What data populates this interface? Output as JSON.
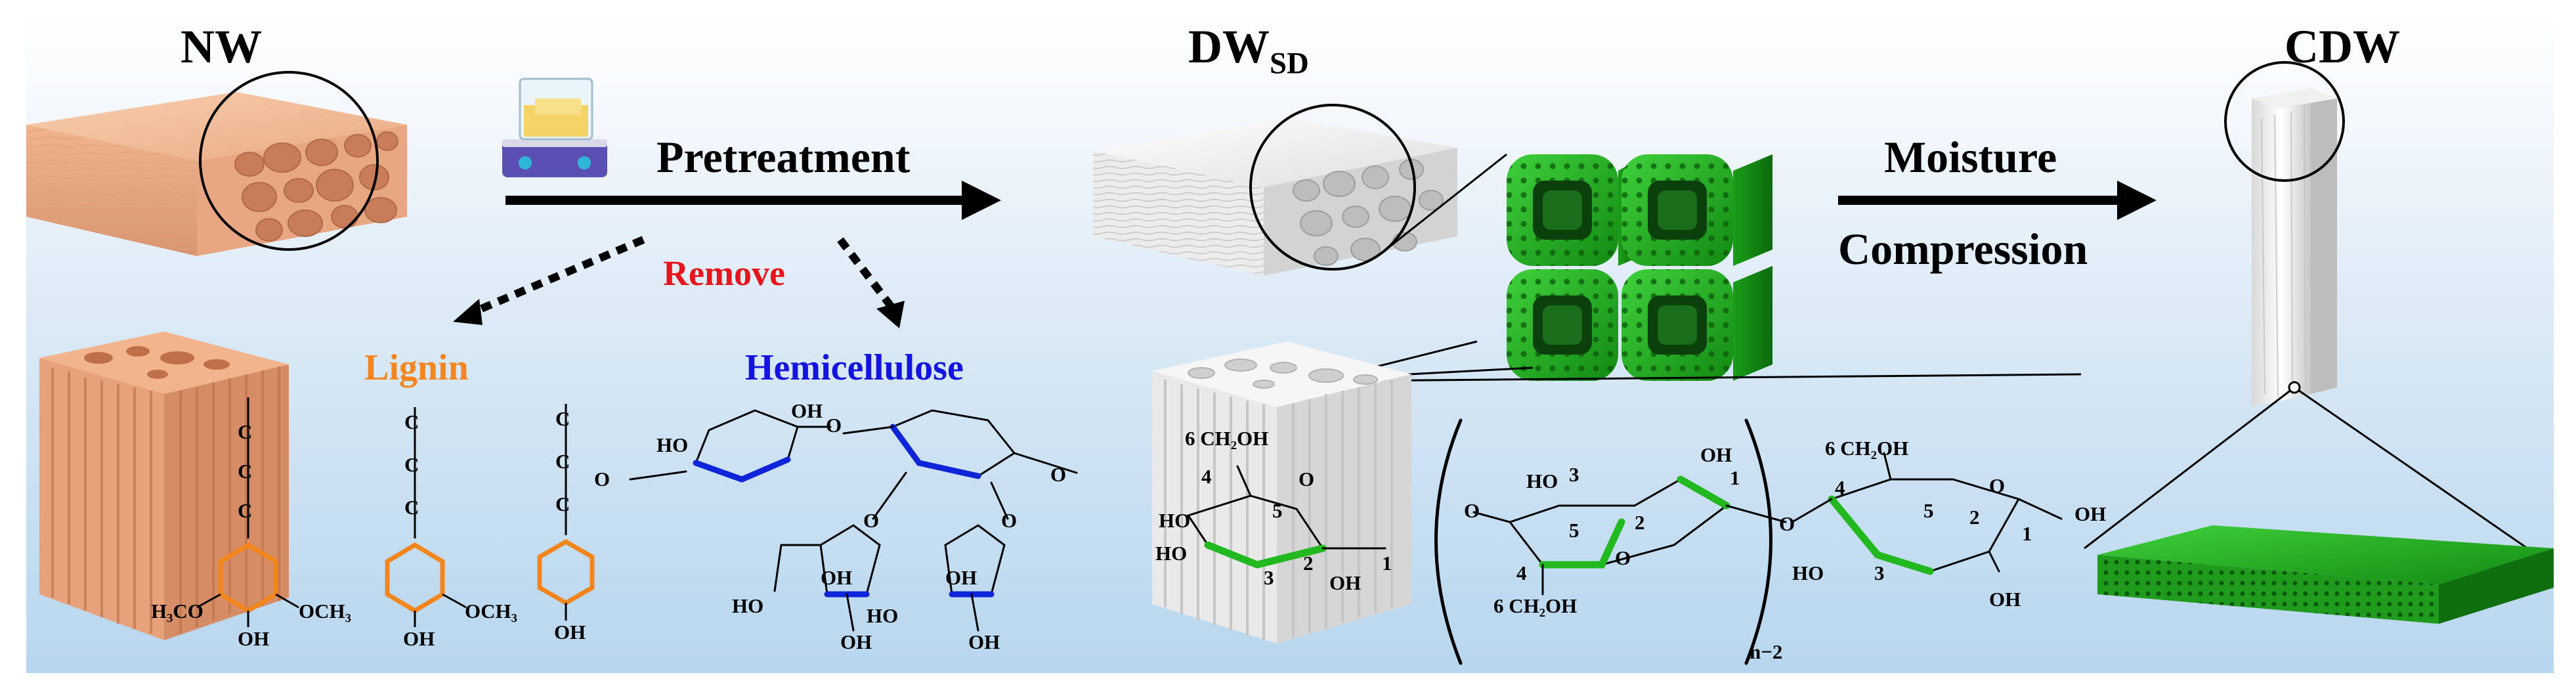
{
  "labels": {
    "nw": "NW",
    "dw_main": "DW",
    "dw_sub": "SD",
    "cdw": "CDW",
    "pretreatment": "Pretreatment",
    "remove": "Remove",
    "lignin": "Lignin",
    "hemicellulose": "Hemicellulose",
    "moisture": "Moisture",
    "compression": "Compression"
  },
  "chem": {
    "oh": "OH",
    "ho": "HO",
    "ch2oh": "CH₂OH",
    "h3co": "H₃CO",
    "och3": "OCH₃",
    "o": "O",
    "c": "C",
    "n2": "n−2",
    "num1": "1",
    "num2": "2",
    "num3": "3",
    "num4": "4",
    "num5": "5",
    "num6": "6"
  },
  "colors": {
    "wood": "#f4c19a",
    "background_top": "#ffffff",
    "background_bottom": "#b8d7ef",
    "green": "#22b81f",
    "blue_bond": "#0f25d9",
    "orange_ring": "#f2851c",
    "remove_text": "#e8141b",
    "lignin_text": "#f5861f",
    "hemi_text": "#1414e0"
  }
}
